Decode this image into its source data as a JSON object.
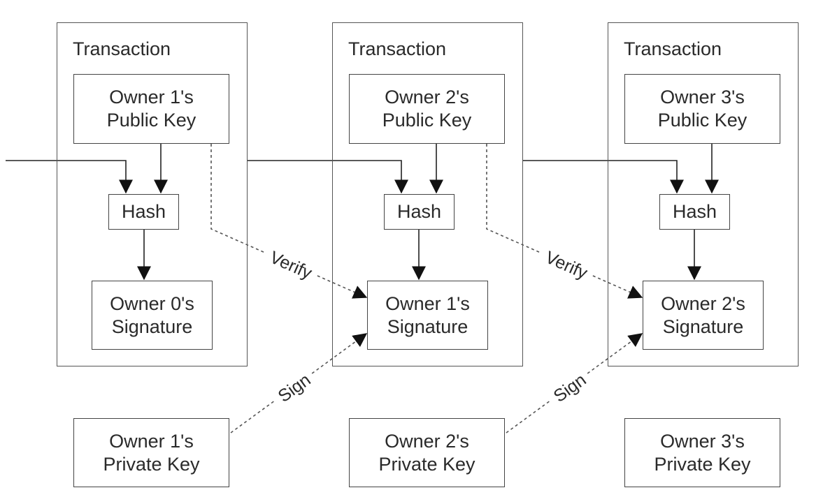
{
  "transactions": [
    {
      "title": "Transaction",
      "public_key": {
        "line1": "Owner 1's",
        "line2": "Public Key"
      },
      "hash": "Hash",
      "signature": {
        "line1": "Owner 0's",
        "line2": "Signature"
      }
    },
    {
      "title": "Transaction",
      "public_key": {
        "line1": "Owner 2's",
        "line2": "Public Key"
      },
      "hash": "Hash",
      "signature": {
        "line1": "Owner 1's",
        "line2": "Signature"
      }
    },
    {
      "title": "Transaction",
      "public_key": {
        "line1": "Owner 3's",
        "line2": "Public Key"
      },
      "hash": "Hash",
      "signature": {
        "line1": "Owner 2's",
        "line2": "Signature"
      }
    }
  ],
  "private_keys": [
    {
      "line1": "Owner 1's",
      "line2": "Private Key"
    },
    {
      "line1": "Owner 2's",
      "line2": "Private Key"
    },
    {
      "line1": "Owner 3's",
      "line2": "Private Key"
    }
  ],
  "edge_labels": {
    "verify": "Verify",
    "sign": "Sign"
  },
  "colors": {
    "line": "#222222",
    "box_border": "#444444",
    "text": "#2a2a2a"
  }
}
